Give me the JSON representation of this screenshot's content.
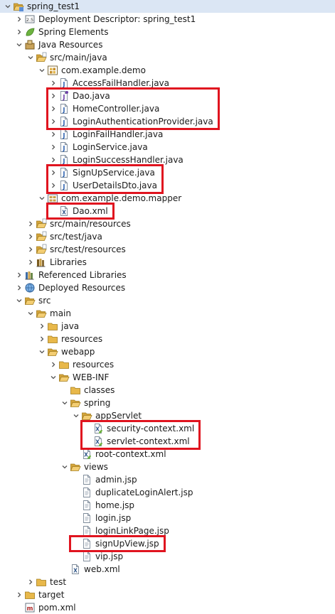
{
  "tree": {
    "rows": [
      {
        "label": "spring_test1",
        "depth": 0,
        "state": "expanded",
        "icon": "project-icon",
        "selected": true
      },
      {
        "label": "Deployment Descriptor: spring_test1",
        "depth": 1,
        "state": "collapsed",
        "icon": "deployment-descriptor-icon"
      },
      {
        "label": "Spring Elements",
        "depth": 1,
        "state": "collapsed",
        "icon": "spring-leaf-icon"
      },
      {
        "label": "Java Resources",
        "depth": 1,
        "state": "expanded",
        "icon": "java-resources-icon"
      },
      {
        "label": "src/main/java",
        "depth": 2,
        "state": "expanded",
        "icon": "source-folder-icon"
      },
      {
        "label": "com.example.demo",
        "depth": 3,
        "state": "expanded",
        "icon": "package-icon"
      },
      {
        "label": "AccessFailHandler.java",
        "depth": 4,
        "state": "collapsed",
        "icon": "java-file-icon"
      },
      {
        "label": "Dao.java",
        "depth": 4,
        "state": "collapsed",
        "icon": "java-interface-file-icon"
      },
      {
        "label": "HomeController.java",
        "depth": 4,
        "state": "collapsed",
        "icon": "java-file-icon"
      },
      {
        "label": "LoginAuthenticationProvider.java",
        "depth": 4,
        "state": "collapsed",
        "icon": "java-file-icon"
      },
      {
        "label": "LoginFailHandler.java",
        "depth": 4,
        "state": "collapsed",
        "icon": "java-file-icon"
      },
      {
        "label": "LoginService.java",
        "depth": 4,
        "state": "collapsed",
        "icon": "java-file-icon"
      },
      {
        "label": "LoginSuccessHandler.java",
        "depth": 4,
        "state": "collapsed",
        "icon": "java-file-icon"
      },
      {
        "label": "SignUpService.java",
        "depth": 4,
        "state": "collapsed",
        "icon": "java-file-icon"
      },
      {
        "label": "UserDetailsDto.java",
        "depth": 4,
        "state": "collapsed",
        "icon": "java-file-icon"
      },
      {
        "label": "com.example.demo.mapper",
        "depth": 3,
        "state": "expanded",
        "icon": "package-folder-icon"
      },
      {
        "label": "Dao.xml",
        "depth": 4,
        "state": "leaf",
        "icon": "xml-file-icon"
      },
      {
        "label": "src/main/resources",
        "depth": 2,
        "state": "collapsed",
        "icon": "source-folder-icon"
      },
      {
        "label": "src/test/java",
        "depth": 2,
        "state": "collapsed",
        "icon": "source-folder-icon"
      },
      {
        "label": "src/test/resources",
        "depth": 2,
        "state": "collapsed",
        "icon": "source-folder-icon"
      },
      {
        "label": "Libraries",
        "depth": 2,
        "state": "collapsed",
        "icon": "libraries-icon"
      },
      {
        "label": "Referenced Libraries",
        "depth": 1,
        "state": "collapsed",
        "icon": "referenced-libraries-icon"
      },
      {
        "label": "Deployed Resources",
        "depth": 1,
        "state": "collapsed",
        "icon": "deployed-resources-icon"
      },
      {
        "label": "src",
        "depth": 1,
        "state": "expanded",
        "icon": "folder-open-icon"
      },
      {
        "label": "main",
        "depth": 2,
        "state": "expanded",
        "icon": "folder-open-icon"
      },
      {
        "label": "java",
        "depth": 3,
        "state": "collapsed",
        "icon": "folder-icon"
      },
      {
        "label": "resources",
        "depth": 3,
        "state": "collapsed",
        "icon": "folder-icon"
      },
      {
        "label": "webapp",
        "depth": 3,
        "state": "expanded",
        "icon": "folder-open-icon"
      },
      {
        "label": "resources",
        "depth": 4,
        "state": "collapsed",
        "icon": "folder-icon"
      },
      {
        "label": "WEB-INF",
        "depth": 4,
        "state": "expanded",
        "icon": "folder-open-icon"
      },
      {
        "label": "classes",
        "depth": 5,
        "state": "leaf",
        "icon": "folder-icon"
      },
      {
        "label": "spring",
        "depth": 5,
        "state": "expanded",
        "icon": "folder-open-icon"
      },
      {
        "label": "appServlet",
        "depth": 6,
        "state": "expanded",
        "icon": "folder-open-icon"
      },
      {
        "label": "security-context.xml",
        "depth": 7,
        "state": "leaf",
        "icon": "spring-xml-file-icon"
      },
      {
        "label": "servlet-context.xml",
        "depth": 7,
        "state": "leaf",
        "icon": "spring-xml-file-icon"
      },
      {
        "label": "root-context.xml",
        "depth": 6,
        "state": "leaf",
        "icon": "spring-xml-file-icon"
      },
      {
        "label": "views",
        "depth": 5,
        "state": "expanded",
        "icon": "folder-open-icon"
      },
      {
        "label": "admin.jsp",
        "depth": 6,
        "state": "leaf",
        "icon": "jsp-file-icon"
      },
      {
        "label": "duplicateLoginAlert.jsp",
        "depth": 6,
        "state": "leaf",
        "icon": "jsp-file-icon"
      },
      {
        "label": "home.jsp",
        "depth": 6,
        "state": "leaf",
        "icon": "jsp-file-icon"
      },
      {
        "label": "login.jsp",
        "depth": 6,
        "state": "leaf",
        "icon": "jsp-file-icon"
      },
      {
        "label": "loginLinkPage.jsp",
        "depth": 6,
        "state": "leaf",
        "icon": "jsp-file-icon"
      },
      {
        "label": "signUpView.jsp",
        "depth": 6,
        "state": "leaf",
        "icon": "jsp-file-icon"
      },
      {
        "label": "vip.jsp",
        "depth": 6,
        "state": "leaf",
        "icon": "jsp-file-icon"
      },
      {
        "label": "web.xml",
        "depth": 5,
        "state": "leaf",
        "icon": "xml-file-icon"
      },
      {
        "label": "test",
        "depth": 2,
        "state": "collapsed",
        "icon": "folder-icon"
      },
      {
        "label": "target",
        "depth": 1,
        "state": "collapsed",
        "icon": "folder-icon"
      },
      {
        "label": "pom.xml",
        "depth": 1,
        "state": "leaf",
        "icon": "maven-pom-icon"
      }
    ]
  },
  "highlights": [
    {
      "rows": [
        7,
        9
      ]
    },
    {
      "rows": [
        13,
        14
      ]
    },
    {
      "rows": [
        16,
        16
      ]
    },
    {
      "rows": [
        33,
        34
      ]
    },
    {
      "rows": [
        42,
        42
      ]
    }
  ],
  "colors": {
    "highlight": "#e0141f",
    "folder": "#e8b84a",
    "java": "#2f63b0",
    "selection": "#dbe6f4"
  }
}
